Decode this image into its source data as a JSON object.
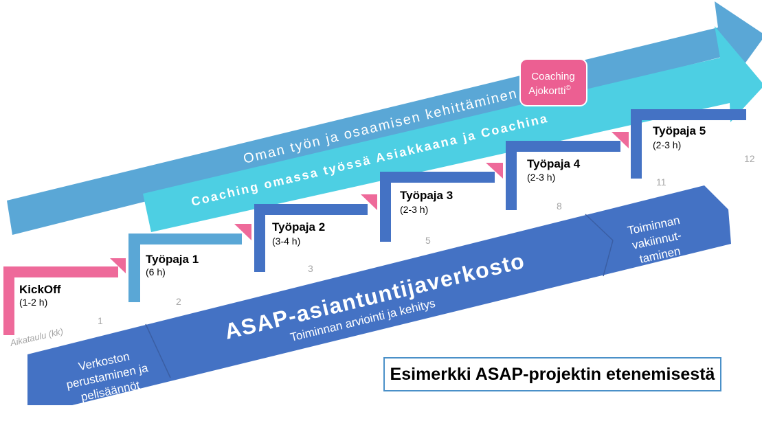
{
  "banners": {
    "outer": "Oman työn ja osaamisen kehittäminen",
    "inner": "Coaching omassa työssä Asiakkaana ja Coachina"
  },
  "badge": {
    "line1": "Coaching",
    "line2": "Ajokortti",
    "mark": "©"
  },
  "network": {
    "title": "ASAP-asiantuntijaverkosto",
    "subtitle": "Toiminnan arviointi ja kehitys",
    "left_lines": [
      "Verkoston",
      "perustaminen ja",
      "pelisäännöt"
    ],
    "right_lines": [
      "Toiminnan",
      "vakiinnut-",
      "taminen"
    ]
  },
  "timeline_label": "Aikataulu  (kk)",
  "steps": [
    {
      "title": "KickOff",
      "duration": "(1-2 h)"
    },
    {
      "title": "Työpaja 1",
      "duration": "(6 h)"
    },
    {
      "title": "Työpaja 2",
      "duration": "(3-4 h)"
    },
    {
      "title": "Työpaja 3",
      "duration": "(2-3 h)"
    },
    {
      "title": "Työpaja 4",
      "duration": "(2-3 h)"
    },
    {
      "title": "Työpaja 5",
      "duration": "(2-3 h)"
    }
  ],
  "months": [
    "1",
    "2",
    "3",
    "5",
    "8",
    "11",
    "12"
  ],
  "caption": "Esimerkki ASAP-projektin etenemisestä",
  "colors": {
    "outer_arrow": "#5aa7d6",
    "inner_arrow": "#4dcfe3",
    "network": "#4472c4",
    "step_blue": "#4472c4",
    "step_light": "#5aa7d6",
    "step_pink": "#ee6a9a",
    "badge": "#ec5f92",
    "month_text": "#a6a6a6"
  }
}
